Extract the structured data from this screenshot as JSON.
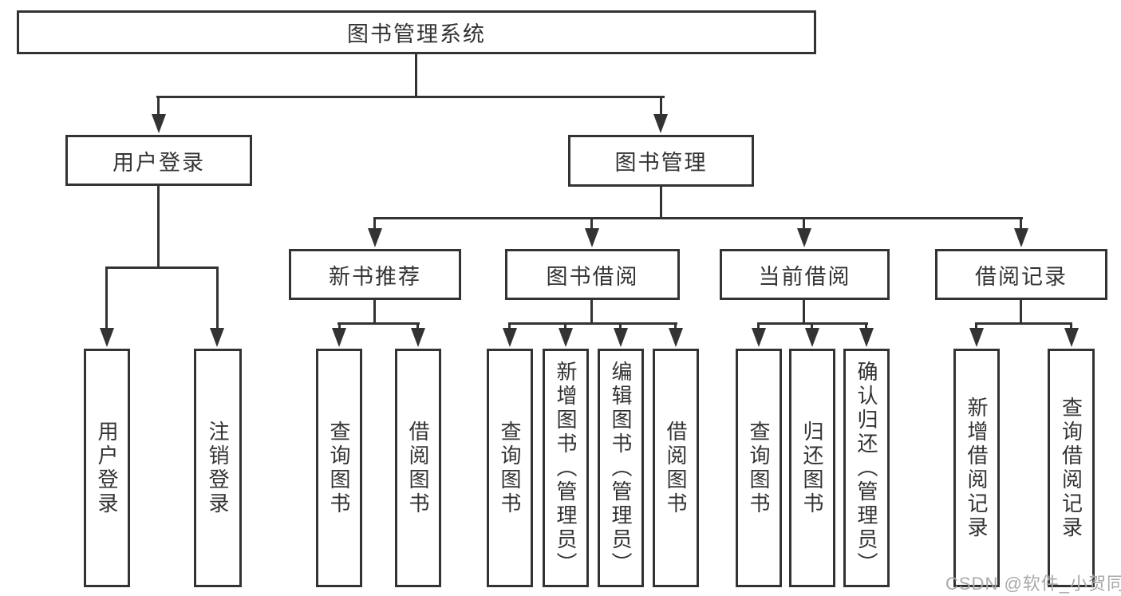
{
  "diagram": {
    "title": "图书管理系统",
    "root": {
      "label": "图书管理系统"
    },
    "level2": [
      {
        "label": "用户登录"
      },
      {
        "label": "图书管理"
      }
    ],
    "level3": [
      {
        "label": "新书推荐",
        "parent": "图书管理"
      },
      {
        "label": "图书借阅",
        "parent": "图书管理"
      },
      {
        "label": "当前借阅",
        "parent": "图书管理"
      },
      {
        "label": "借阅记录",
        "parent": "图书管理"
      }
    ],
    "leaves": [
      {
        "label": "用户登录",
        "parent": "用户登录"
      },
      {
        "label": "注销登录",
        "parent": "用户登录"
      },
      {
        "label": "查询图书",
        "parent": "新书推荐"
      },
      {
        "label": "借阅图书",
        "parent": "新书推荐"
      },
      {
        "label": "查询图书",
        "parent": "图书借阅"
      },
      {
        "label": "新增图书（管理员）",
        "parent": "图书借阅"
      },
      {
        "label": "编辑图书（管理员）",
        "parent": "图书借阅"
      },
      {
        "label": "借阅图书",
        "parent": "图书借阅"
      },
      {
        "label": "查询图书",
        "parent": "当前借阅"
      },
      {
        "label": "归还图书",
        "parent": "当前借阅"
      },
      {
        "label": "确认归还（管理员）",
        "parent": "当前借阅"
      },
      {
        "label": "新增借阅记录",
        "parent": "借阅记录"
      },
      {
        "label": "查询借阅记录",
        "parent": "借阅记录"
      }
    ]
  },
  "watermark": {
    "text": "CSDN @软件_小贺同学"
  },
  "colors": {
    "background": "#ffffff",
    "line": "#333333",
    "text": "#333333",
    "watermark": "#a9a9a9"
  }
}
